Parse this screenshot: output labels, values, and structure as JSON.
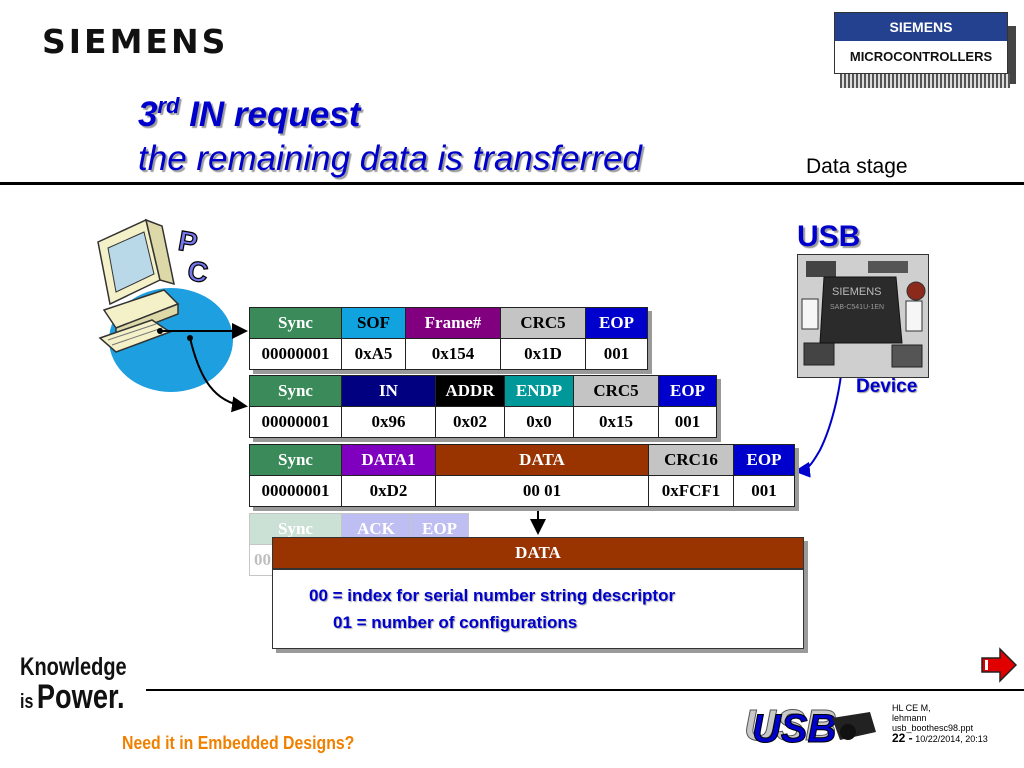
{
  "header": {
    "logo": "SIEMENS",
    "title_num": "3",
    "title_sup": "rd",
    "title_rest": " IN request",
    "subtitle": "the remaining data is transferred",
    "stage": "Data stage"
  },
  "chip_badge": {
    "top": "SIEMENS",
    "bottom": "MICROCONTROLLERS"
  },
  "pc_label": "PC",
  "usb_label": "USB",
  "device_label": "Device",
  "device_image_text": {
    "line1": "SIEMENS",
    "line2": "SAB-C541U-1EN"
  },
  "packets": {
    "sof": {
      "headers": [
        "Sync",
        "SOF",
        "Frame#",
        "CRC5",
        "EOP"
      ],
      "values": [
        "00000001",
        "0xA5",
        "0x154",
        "0x1D",
        "001"
      ]
    },
    "in": {
      "headers": [
        "Sync",
        "IN",
        "ADDR",
        "ENDP",
        "CRC5",
        "EOP"
      ],
      "values": [
        "00000001",
        "0x96",
        "0x02",
        "0x0",
        "0x15",
        "001"
      ]
    },
    "data": {
      "headers": [
        "Sync",
        "DATA1",
        "DATA",
        "CRC16",
        "EOP"
      ],
      "values": [
        "00000001",
        "0xD2",
        "00 01",
        "0xFCF1",
        "001"
      ]
    },
    "ack": {
      "headers": [
        "Sync",
        "ACK",
        "EOP"
      ],
      "values": [
        "00"
      ]
    }
  },
  "data_box": {
    "header": "DATA",
    "line1": "00 = index for serial number string descriptor",
    "line2": "01 = number of configurations"
  },
  "footer": {
    "knowledge_line1": "Knowledge",
    "knowledge_is": "is",
    "knowledge_power": "Power.",
    "need": "Need it in Embedded Designs?",
    "usb_logo": "USB",
    "author1": "HL CE M,",
    "author2": "lehmann",
    "file": "usb_boothesc98.ppt",
    "page": "22 -",
    "date": "10/22/2014, 20:13"
  },
  "colors": {
    "title_blue": "#0000cc",
    "data_brown": "#993300",
    "footer_orange": "#f08000"
  }
}
